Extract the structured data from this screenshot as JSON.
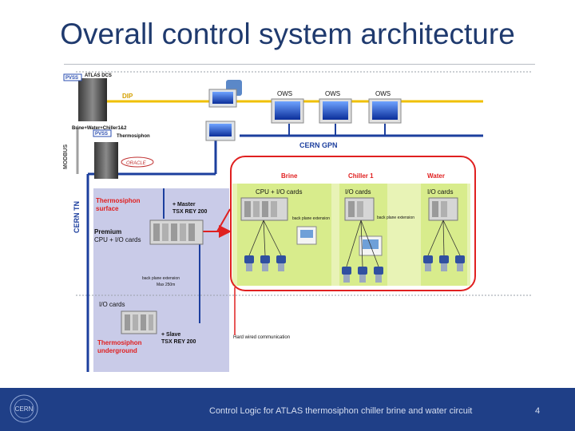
{
  "title": "Overall control system architecture",
  "footer": {
    "caption": "Control Logic for ATLAS thermosiphon chiller brine and water circuit",
    "page_number": "4",
    "logo_text": "CERN"
  },
  "servers": {
    "atlas_dcs_tag": "PVSS",
    "atlas_dcs_label": "ATLAS DCS",
    "brine_label": "Brine+Water+Chiller1&2",
    "thermo_tag": "PVSS",
    "thermo_label": "Thermosiphon",
    "oracle_label": "ORACLE"
  },
  "networks": {
    "dip": "DIP",
    "modbus": "MODBUS",
    "cern_tn": "CERN TN",
    "cern_gpn": "CERN GPN"
  },
  "workstations": [
    "OWS",
    "OWS",
    "OWS"
  ],
  "surface": {
    "title_line1": "Thermosiphon",
    "title_line2": "surface",
    "master_line1": "+ Master",
    "master_line2": "TSX REY 200",
    "premium_line1": "Premium",
    "premium_line2": "CPU + I/O cards",
    "backplane_line1": "back plane extension",
    "backplane_line2": "Max 250m"
  },
  "underground": {
    "io_label": "I/O cards",
    "slave_line1": "+ Slave",
    "slave_line2": "TSX REY 200",
    "title_line1": "Thermosiphon",
    "title_line2": "underground"
  },
  "plant": {
    "brine_header": "Brine",
    "chiller_header": "Chiller 1",
    "water_header": "Water",
    "brine_cards": "CPU + I/O cards",
    "chiller_cards": "I/O cards",
    "water_cards": "I/O cards",
    "backplane_left": "back plane extension",
    "backplane_right": "back plane extension",
    "hardwired": "Hard wired communication"
  }
}
